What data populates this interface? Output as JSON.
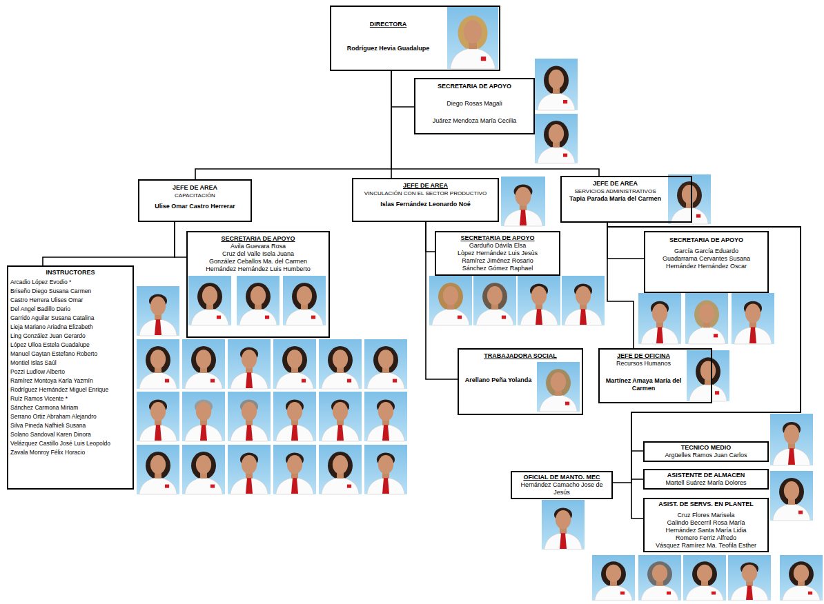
{
  "diagram": {
    "nodes": [
      {
        "text": [
          "DIRECTORA",
          "Rodríguez Hevia Guadalupe"
        ]
      },
      {
        "text": [
          "SECRETARIA DE APOYO",
          "Diego Rosas Magali",
          "Juárez Mendoza María Cecilia"
        ]
      },
      {
        "text": [
          "JEFE DE AREA",
          "CAPACITACIÓN",
          "Ulise Omar Castro Herrerar"
        ]
      },
      {
        "text": [
          "JEFE DE AREA",
          "VINCULACIÓN CON EL SECTOR PRODUCTIVO",
          "Islas Fernández Leonardo Noé"
        ]
      },
      {
        "text": [
          "JEFE DE AREA",
          "SERVICIOS ADMINISTRATIVOS",
          "Tapia Parada María del Carmen"
        ]
      },
      {
        "text": [
          "INSTRUCTORES",
          "Arcadio López Evodio *",
          "Briseño Diego Susana Carmen",
          "Castro Herrera Ulises Omar",
          "Del Angel Badillo Dario",
          "Garrido Aguilar Susana Catalina",
          "Lieja Mariano Ariadna Elizabeth",
          "Ling González Juan Gerardo",
          "López Ulloa Estela Guadalupe",
          "Manuel Gaytan Estefano Roberto",
          "Montiel Islas Saúl",
          "Pozzi Ludlow Alberto",
          "Ramírez Montoya Karla Yazmín",
          "Rodríguez Hernández Miguel Enrique",
          "Ruíz Ramos Vicente *",
          "Sánchez Carmona Miriam",
          "Serrano Ortiz Abraham Alejandro",
          "Silva Pineda Nafhieli Susana",
          "Solano Sandoval Karen Dinora",
          "Velázquez Castillo José Luis Leopoldo",
          "Zavala Monroy Félix Horacio"
        ]
      },
      {
        "text": [
          "SECRETARIA DE APOYO",
          "Ávila Guevara Rosa",
          "Cruz del Valle Isela Juana",
          "González Ceballos Ma. del Carmen",
          "Hernández Hernández Luis Humberto"
        ]
      },
      {
        "text": [
          "SECRETARIA DE APOYO",
          "Garduño Dávila Elsa",
          "Lòpez Hernández Luis Jesùs",
          "Ramírez Jiménez Rosario",
          "Sánchez Gómez Raphael"
        ]
      },
      {
        "text": [
          "TRABAJADORA SOCIAL",
          "Arellano Peña Yolanda"
        ]
      },
      {
        "text": [
          "SECRETARIA DE APOYO",
          "García García Eduardo",
          "Guadarrama Cervantes Susana",
          "Hernández Hernández Oscar"
        ]
      },
      {
        "text": [
          "JEFE DE OFICINA",
          "Recursos Humanos",
          "Martínez Amaya María del Carmen"
        ]
      },
      {
        "text": [
          "TECNICO MEDIO",
          "Argüelles Ramos Juan Carlos"
        ]
      },
      {
        "text": [
          "ASISTENTE DE ALMACEN",
          "Martell Suárez María Dolores"
        ]
      },
      {
        "text": [
          "ASIST. DE SERVS. EN PLANTEL",
          "Cruz Flores Marisela",
          "Galindo Becerril Rosa María",
          "Hernández Santa María Lidia",
          "Romero Ferriz Alfredo",
          "Vásquez Ramírez Ma. Teofila Esther"
        ]
      },
      {
        "text": [
          "OFICIAL DE MANTO. MEC",
          "Hernández Camacho Jose de Jesús"
        ]
      }
    ],
    "edges": [
      {
        "from": 0,
        "to": 1,
        "arrow": "none"
      },
      {
        "from": 0,
        "to": 2,
        "arrow": "none"
      },
      {
        "from": 0,
        "to": 3,
        "arrow": "none"
      },
      {
        "from": 0,
        "to": 4,
        "arrow": "none"
      },
      {
        "from": 2,
        "to": 5,
        "arrow": "none"
      },
      {
        "from": 2,
        "to": 6,
        "arrow": "none"
      },
      {
        "from": 3,
        "to": 7,
        "arrow": "none"
      },
      {
        "from": 3,
        "to": 8,
        "arrow": "none"
      },
      {
        "from": 4,
        "to": 9,
        "arrow": "none"
      },
      {
        "from": 4,
        "to": 10,
        "arrow": "none"
      },
      {
        "from": 4,
        "to": 11,
        "arrow": "none"
      },
      {
        "from": 4,
        "to": 12,
        "arrow": "none"
      },
      {
        "from": 4,
        "to": 13,
        "arrow": "none"
      },
      {
        "from": 4,
        "to": 14,
        "arrow": "none"
      }
    ]
  }
}
